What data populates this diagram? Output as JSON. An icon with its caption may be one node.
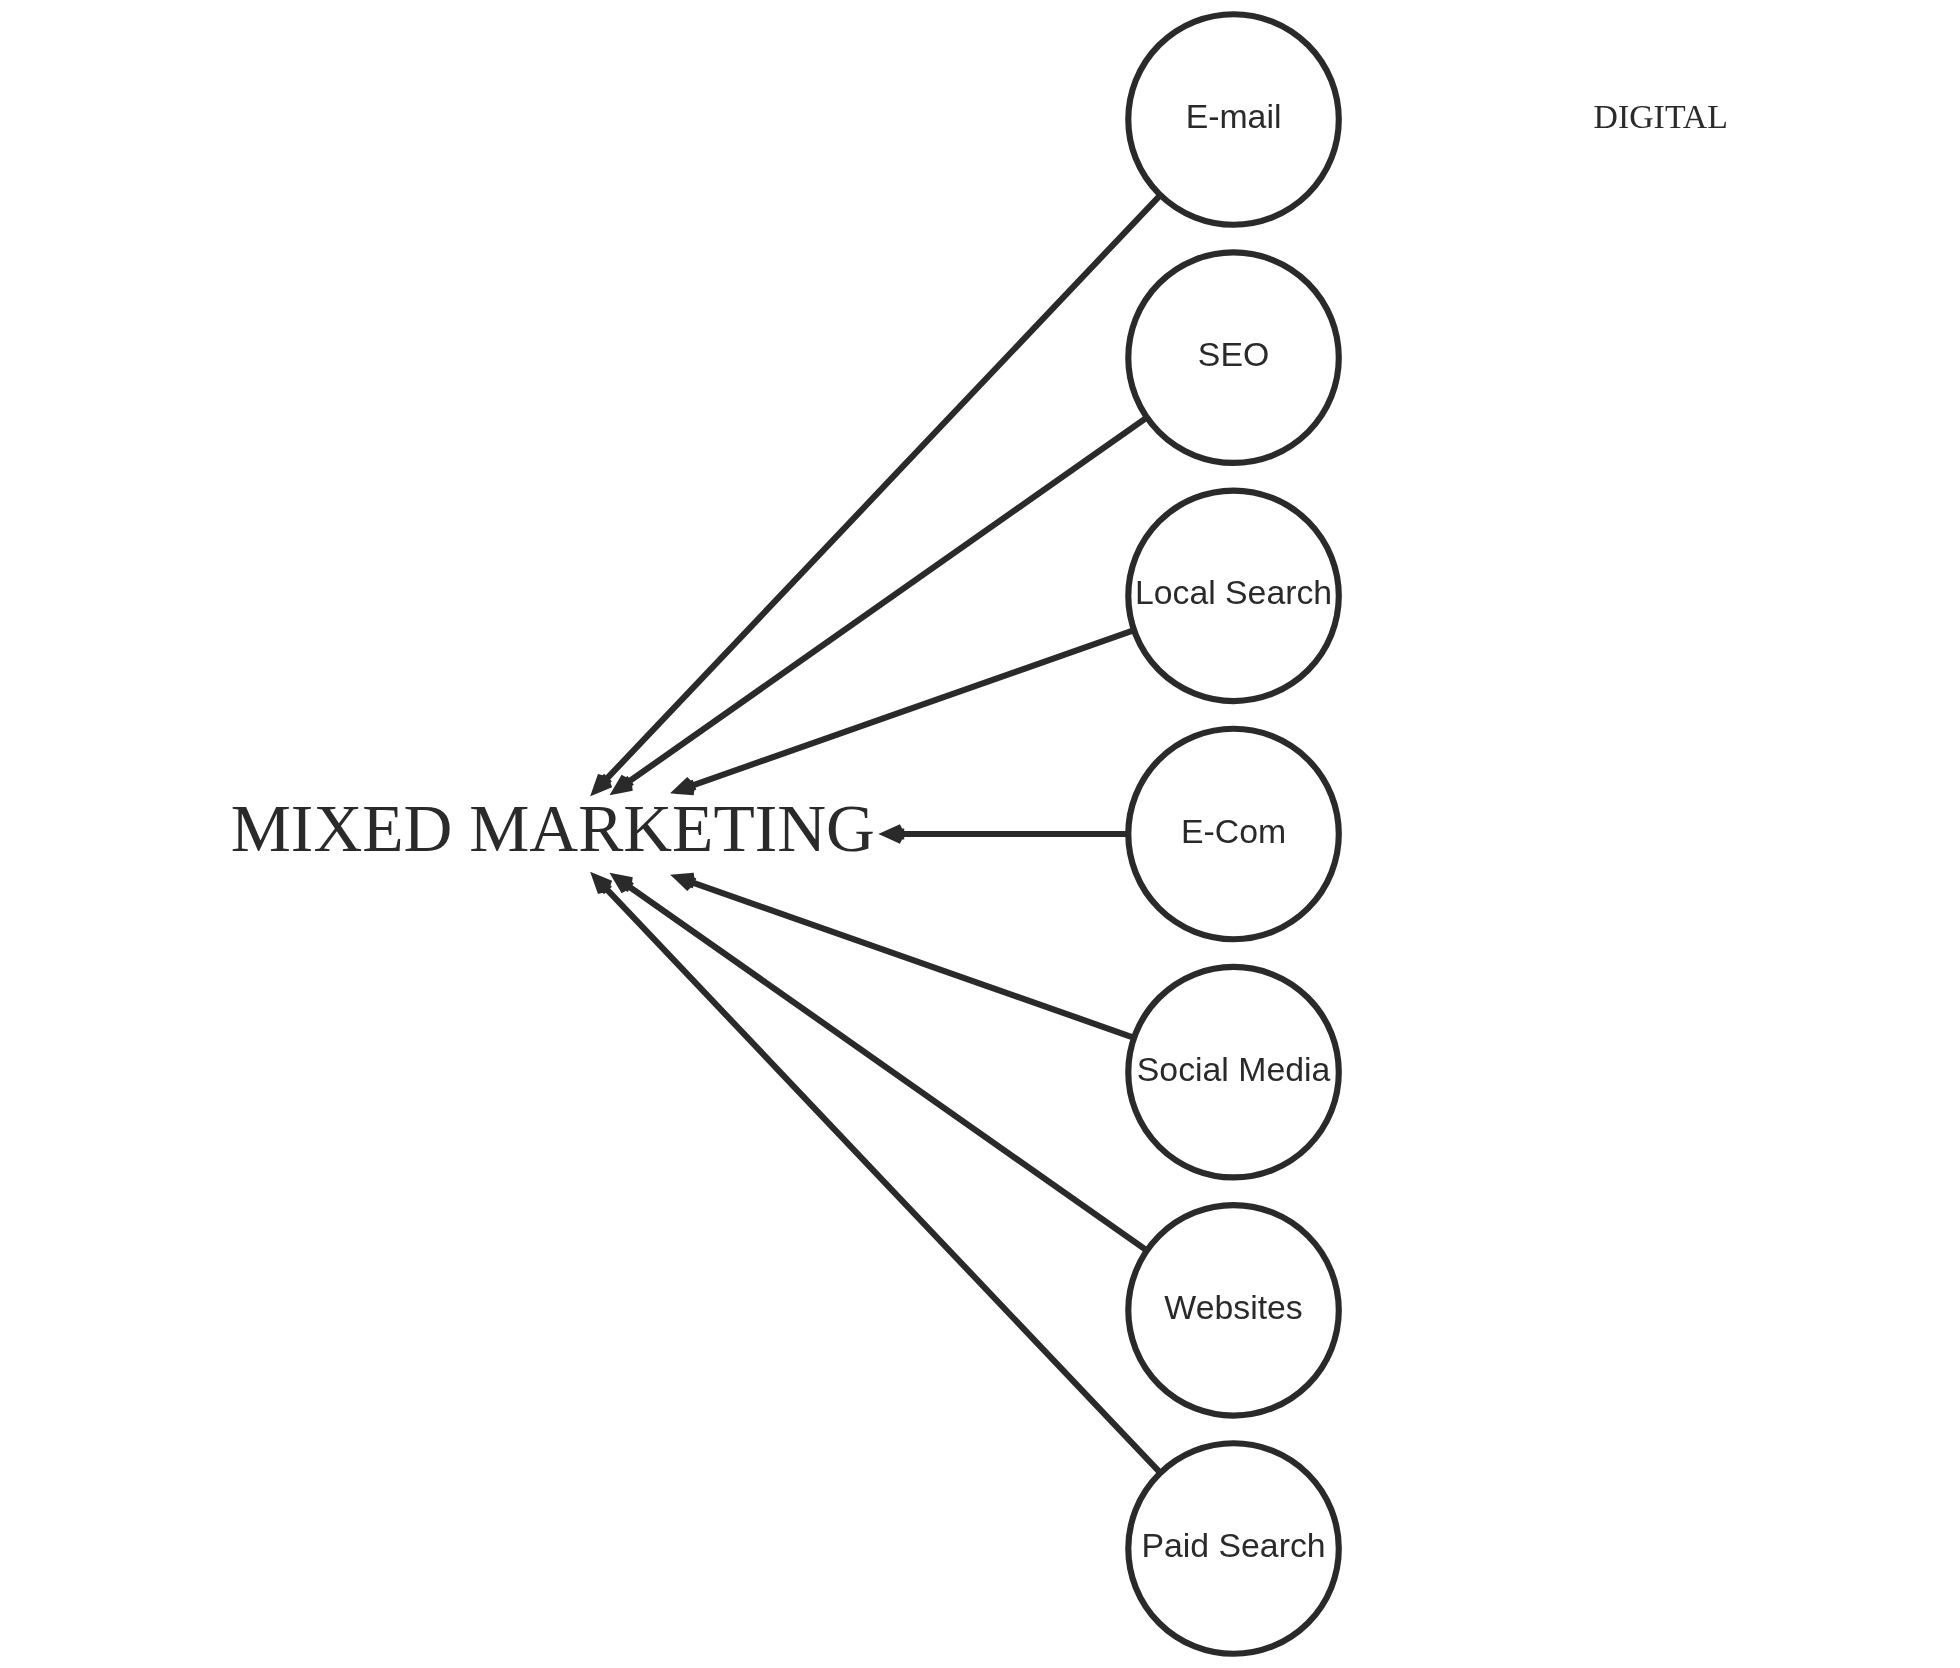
{
  "diagram": {
    "nodes": [
      {
        "text": [
          "MIXED MARKETING"
        ]
      },
      {
        "text": [
          "E-mail"
        ]
      },
      {
        "text": [
          "SEO"
        ]
      },
      {
        "text": [
          "Local Search"
        ]
      },
      {
        "text": [
          "E-Com"
        ]
      },
      {
        "text": [
          "Social Media"
        ]
      },
      {
        "text": [
          "Websites"
        ]
      },
      {
        "text": [
          "Paid Search"
        ]
      }
    ],
    "edges": [
      {
        "from": 1,
        "to": 0,
        "arrow": "to"
      },
      {
        "from": 2,
        "to": 0,
        "arrow": "to"
      },
      {
        "from": 3,
        "to": 0,
        "arrow": "to"
      },
      {
        "from": 4,
        "to": 0,
        "arrow": "to"
      },
      {
        "from": 5,
        "to": 0,
        "arrow": "to"
      },
      {
        "from": 6,
        "to": 0,
        "arrow": "to"
      },
      {
        "from": 7,
        "to": 0,
        "arrow": "to"
      }
    ],
    "labels": [
      "DIGITAL"
    ]
  }
}
